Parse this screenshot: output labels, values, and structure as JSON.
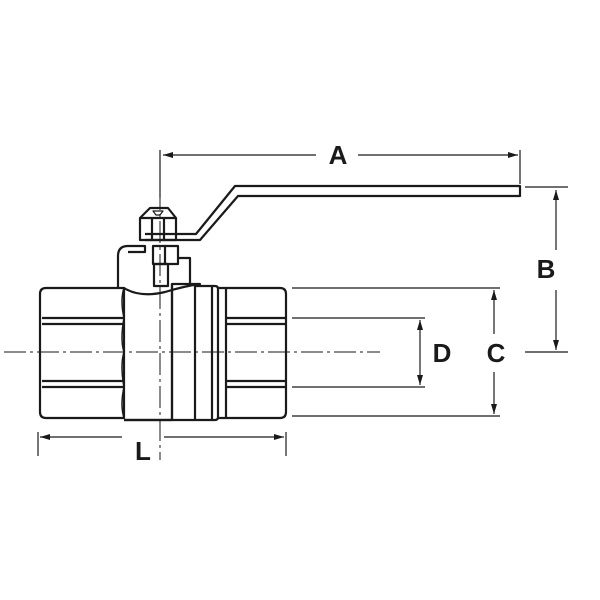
{
  "diagram": {
    "subject": "Ball valve dimensional drawing",
    "stroke_color": "#1a1a1a",
    "background": "#ffffff",
    "dimensions": {
      "A": {
        "label": "A",
        "description": "handle length from stem axis"
      },
      "B": {
        "label": "B",
        "description": "height from pipe centerline to top of handle"
      },
      "C": {
        "label": "C",
        "description": "outer body height"
      },
      "D": {
        "label": "D",
        "description": "inner bore / thread diameter"
      },
      "L": {
        "label": "L",
        "description": "overall body length"
      }
    }
  }
}
